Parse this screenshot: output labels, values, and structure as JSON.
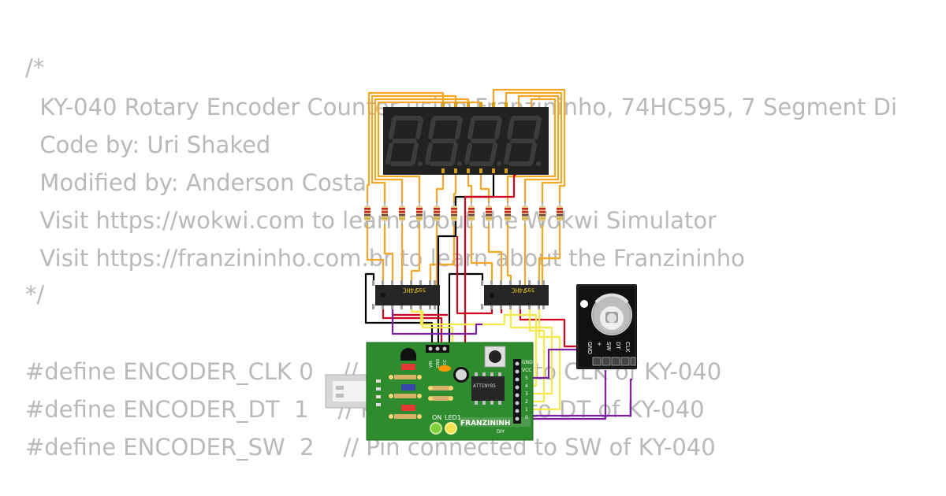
{
  "code_lines": [
    "/*",
    "  KY-040 Rotary Encoder Counter using Franzininho, 74HC595, 7 Segment Di",
    "  Code by: Uri Shaked",
    "  Modified by: Anderson Costa",
    "  Visit https://wokwi.com to learn about the Wokwi Simulator",
    "  Visit https://franzininho.com.br to learn about the Franzininho",
    "*/",
    "",
    "#define ENCODER_CLK 0    // Pin connected to CLK of KY-040",
    "#define ENCODER_DT  1    // Pin connected to DT of KY-040",
    "#define ENCODER_SW  2    // Pin connected to SW of KY-040"
  ],
  "shift_register": {
    "label": "74HC",
    "number": "595"
  },
  "encoder": {
    "pins": [
      "CLK",
      "DT",
      "SW",
      "+",
      "GND"
    ]
  },
  "board": {
    "header_pins": [
      "GND",
      "VCC",
      "5",
      "4",
      "3",
      "2",
      "1",
      "0"
    ],
    "power_pins": [
      "VIN",
      "GND",
      "VCC"
    ],
    "chip": "ATTINY85",
    "on_label": "ON",
    "led_label": "LED1",
    "brand": "FRANZININH",
    "brand_sub": "DIY"
  },
  "colors": {
    "wire_orange": "#f5a623",
    "wire_yellow": "#f5e94a",
    "wire_red": "#d0021b",
    "wire_purple": "#7b1fa2",
    "wire_black": "#000000",
    "board_green": "#2e8b2e",
    "display_bg": "#222222",
    "segment_off": "#3c3c3c"
  }
}
